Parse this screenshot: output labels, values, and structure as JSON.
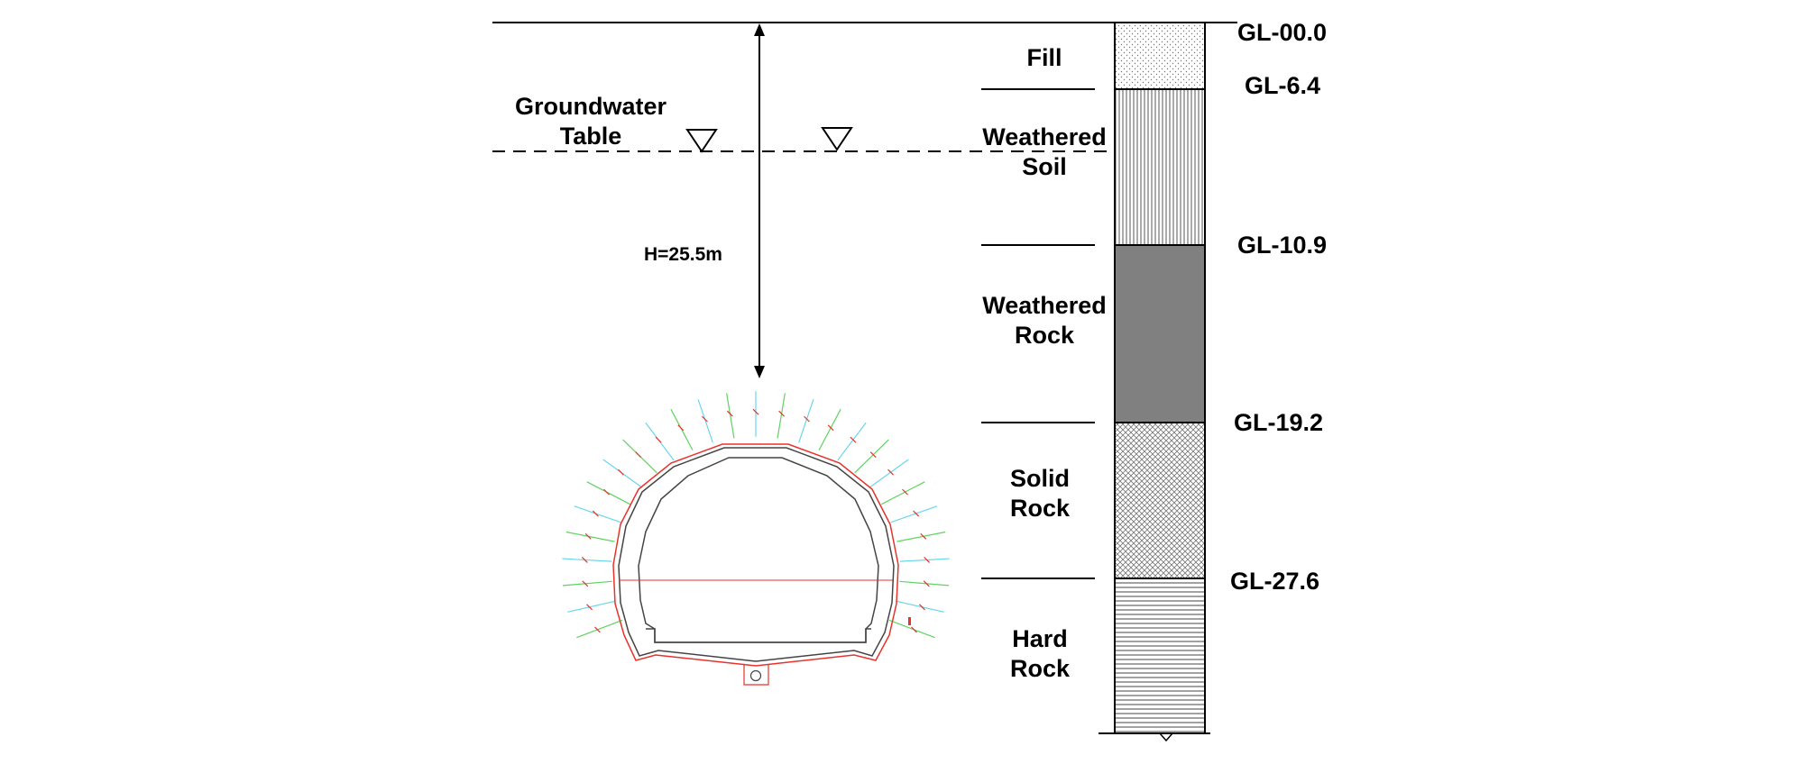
{
  "groundwater": {
    "line1": "Groundwater",
    "line2": "Table"
  },
  "cover_depth": "H=25.5m",
  "layers": [
    {
      "id": "fill",
      "lines": [
        "Fill"
      ],
      "pattern": "stipple"
    },
    {
      "id": "weathered-soil",
      "lines": [
        "Weathered",
        "Soil"
      ],
      "pattern": "vertical-hatch"
    },
    {
      "id": "weathered-rock",
      "lines": [
        "Weathered",
        "Rock"
      ],
      "pattern": "solid-gray"
    },
    {
      "id": "solid-rock",
      "lines": [
        "Solid",
        "Rock"
      ],
      "pattern": "crosshatch"
    },
    {
      "id": "hard-rock",
      "lines": [
        "Hard",
        "Rock"
      ],
      "pattern": "horizontal-hatch"
    }
  ],
  "depth_labels": [
    "GL-00.0",
    "GL-6.4",
    "GL-10.9",
    "GL-19.2",
    "GL-27.6"
  ],
  "colors": {
    "line": "#000000",
    "weathered_rock_fill": "#808080",
    "tunnel_red": "#e8322c",
    "bolt_green": "#5fd35f",
    "bolt_cyan": "#6ad6ea"
  }
}
